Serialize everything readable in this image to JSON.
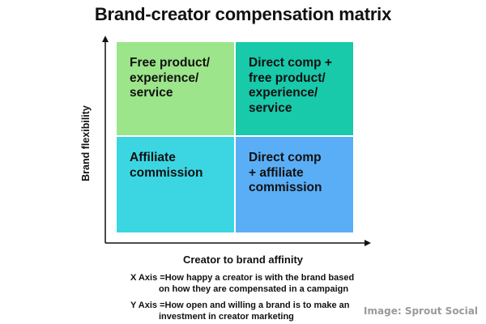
{
  "title": "Brand-creator compensation matrix",
  "axis": {
    "y_label": "Brand flexibility",
    "x_label": "Creator to brand affinity"
  },
  "quadrants": [
    {
      "id": "top-left",
      "text": "Free product/\nexperience/\nservice",
      "color": "#9ce58a"
    },
    {
      "id": "top-right",
      "text": "Direct comp +\nfree product/\nexperience/\nservice",
      "color": "#18c9aa"
    },
    {
      "id": "bottom-left",
      "text": "Affiliate\ncommission",
      "color": "#3cd6e3"
    },
    {
      "id": "bottom-right",
      "text": "Direct comp\n+ affiliate\ncommission",
      "color": "#5aaef6"
    }
  ],
  "definitions": {
    "x": {
      "term": "X Axis = ",
      "line1": "How happy a creator is with the brand based",
      "line2": "on how they are compensated in a campaign"
    },
    "y": {
      "term": "Y Axis = ",
      "line1": "How open and willing a brand is to make an",
      "line2": "investment in creator marketing"
    }
  },
  "credit": "Image: Sprout Social"
}
